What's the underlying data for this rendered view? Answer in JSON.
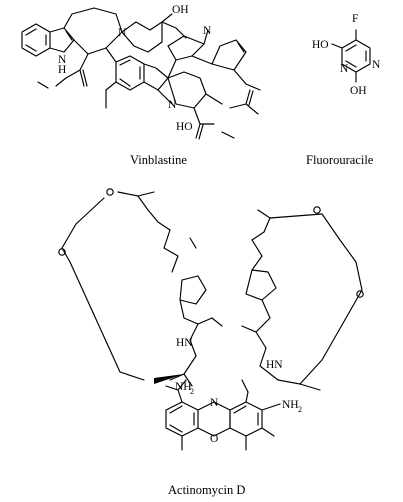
{
  "molecules": [
    {
      "id": "vinblastine",
      "caption": "Vinblastine",
      "labels": {
        "oh_top": "OH",
        "nh": "N",
        "nh_h": "H",
        "n_top": "N",
        "n_right": "N",
        "n_bottom": "N",
        "ho": "HO"
      }
    },
    {
      "id": "fluorouracile",
      "caption": "Fluorouracile",
      "labels": {
        "f": "F",
        "ho": "HO",
        "n_ring_right": "N",
        "n_ring_bottom": "N",
        "oh": "OH"
      }
    },
    {
      "id": "actinomycin_d",
      "caption": "Actinomycin D",
      "labels": {
        "nh2_left": "NH",
        "nh2_right": "NH",
        "hn_left": "HN",
        "hn_right": "HN",
        "n_ring": "N",
        "o_ring": "O",
        "sub2": "2"
      }
    }
  ]
}
